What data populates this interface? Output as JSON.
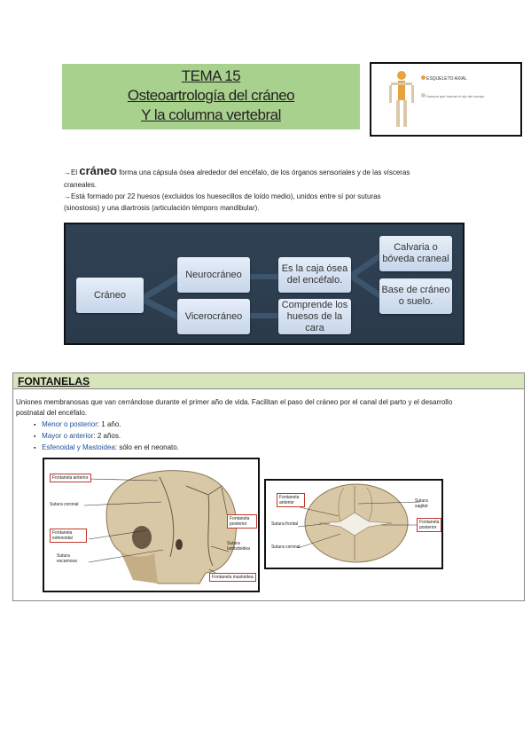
{
  "title": {
    "line1": "TEMA 15",
    "line2": "Osteoartrología del cráneo",
    "line3": "Y la columna vertebral"
  },
  "thumbnail": {
    "label": "ESQUELETO AXIAL",
    "sub": "Huesos que forman el eje del cuerpo"
  },
  "intro": {
    "arrow": "→",
    "p1_prefix": "El ",
    "p1_bold": "cráneo",
    "p1_rest": " forma una cápsula ósea alrededor del encéfalo, de los órganos sensoriales y de las vísceras",
    "p1_line2": "craneales.",
    "p2_line1": "Está formado por 22 huesos (excluidos los huesecillos de loído medio), unidos entre sí por suturas",
    "p2_line2": "(sinostosis) y una diartrosis (articulación témporo mandibular)."
  },
  "diagram": {
    "root": "Cráneo",
    "neuro": "Neurocráneo",
    "vicero": "Vicerocráneo",
    "neuro_desc": "Es la caja ósea del encéfalo.",
    "vicero_desc": "Comprende los huesos de la cara",
    "calvaria": "Calvaria o bóveda craneal",
    "base": "Base de cráneo o suelo."
  },
  "fontanelas": {
    "heading": "FONTANELAS",
    "desc_line1": "Uniones membranosas que van cerrándose durante el primer año de vida. Facilitan el paso del cráneo por el canal del parto y el desarrollo",
    "desc_line2": "postnatal del encéfalo.",
    "items": [
      {
        "name": "Menor o posterior",
        "value": ": 1 año."
      },
      {
        "name": "Mayor o anterior",
        "value": ": 2 años."
      },
      {
        "name": "Esfenoidal y Mastoidea",
        "value": ": sólo en el neonato."
      }
    ]
  },
  "skull_lateral": {
    "fontanela_anterior": "Fontanela anterior",
    "sutura_coronal": "Sutura coronal",
    "fontanela_esfenoidal": "Fontanela esfenoidal",
    "sutura_escamosa": "Sutura escamosa",
    "fontanela_posterior": "Fontanela posterior",
    "sutura_lambdoidea": "Sutura lambdoidea",
    "fontanela_mastoidea": "Fontanela mastoidea"
  },
  "skull_top": {
    "fontanela_anterior": "Fontanela anterior",
    "sutura_frontal": "Sutura frontal",
    "sutura_coronal": "Sutura coronal",
    "sutura_sagital": "Sutura sagital",
    "fontanela_posterior": "Fontanela posterior"
  }
}
